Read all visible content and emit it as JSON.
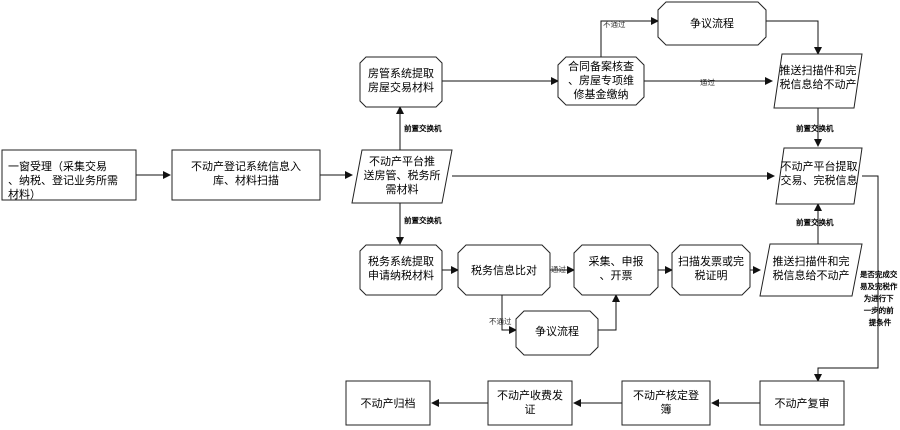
{
  "nodes": {
    "window_accept": "一窗受理（采集交易、纳税、登记业务所需材料）",
    "register_info": "不动产登记系统信息入库、材料扫描",
    "platform_push": "不动产平台推送房管、税务所需材料",
    "housing_extract": "房管系统提取房屋交易材料",
    "contract_check": "合同备案核查、房屋专项维修基金缴纳",
    "dispute_top": "争议流程",
    "push_scan_top": "推送扫描件和完税信息给不动产",
    "platform_extract": "不动产平台提取交易、完税信息",
    "tax_extract": "税务系统提取申请纳税材料",
    "tax_compare": "税务信息比对",
    "collect_declare": "采集、申报、开票",
    "scan_invoice": "扫描发票或完税证明",
    "push_scan_bottom": "推送扫描件和完税信息给不动产",
    "dispute_bottom": "争议流程",
    "review": "不动产复审",
    "verify_register": "不动产核定登簿",
    "fee_certificate": "不动产收费发证",
    "archive": "不动产归档"
  },
  "labels": {
    "exchange_1": "前置交换机",
    "exchange_2": "前置交换机",
    "exchange_3": "前置交换机",
    "exchange_4": "前置交换机",
    "fail_top": "不通过",
    "pass_top": "通过",
    "pass_bottom": "通过",
    "fail_bottom": "不通过",
    "precondition": "是否完成交易及完税作为进行下一步的前提条件"
  }
}
